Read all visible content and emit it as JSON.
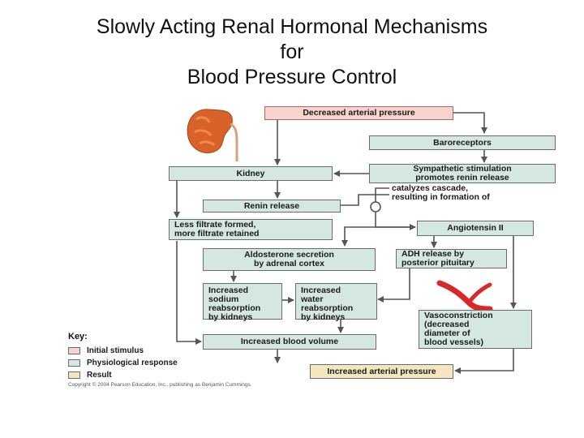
{
  "title": {
    "line1": "Slowly Acting Renal Hormonal Mechanisms",
    "line2": "for",
    "line3": "Blood Pressure Control"
  },
  "nodes": {
    "decreased_pressure": "Decreased arterial pressure",
    "baroreceptors": "Baroreceptors",
    "sympathetic_1": "Sympathetic stimulation",
    "sympathetic_2": "promotes renin release",
    "kidney": "Kidney",
    "renin_release": "Renin release",
    "catalyzes_1": "catalyzes cascade,",
    "catalyzes_2": "resulting in formation of",
    "filtrate_1": "Less filtrate formed,",
    "filtrate_2": "more filtrate retained",
    "angiotensin": "Angiotensin II",
    "aldosterone_1": "Aldosterone secretion",
    "aldosterone_2": "by adrenal cortex",
    "adh_1": "ADH release by",
    "adh_2": "posterior pituitary",
    "sodium_1": "Increased",
    "sodium_2": "sodium",
    "sodium_3": "reabsorption",
    "sodium_4": "by kidneys",
    "water_1": "Increased",
    "water_2": "water",
    "water_3": "reabsorption",
    "water_4": "by kidneys",
    "vaso_1": "Vasoconstriction",
    "vaso_2": "(decreased",
    "vaso_3": "diameter of",
    "vaso_4": "blood vessels)",
    "blood_volume": "Increased blood volume",
    "increased_pressure": "Increased arterial pressure"
  },
  "key": {
    "title": "Key:",
    "initial": "Initial stimulus",
    "physio": "Physiological response",
    "result": "Result"
  },
  "copyright": "Copyright © 2004 Pearson Education, Inc., publishing as Benjamin Cummings.",
  "colors": {
    "initial_stimulus": "#f8d3ce",
    "physiological_response": "#d4e7e2",
    "result": "#f4e6bf",
    "kidney": "#d9622b",
    "blood_vessel": "#d8282a"
  }
}
